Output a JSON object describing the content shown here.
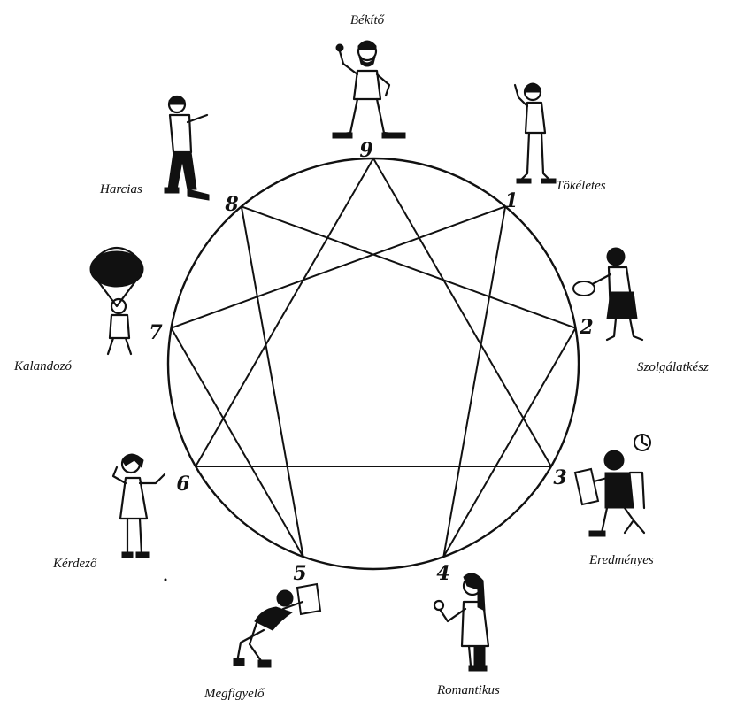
{
  "diagram": {
    "points": [
      {
        "number": "9",
        "label": "Békítő"
      },
      {
        "number": "1",
        "label": "Tökéletes"
      },
      {
        "number": "2",
        "label": "Szolgálatkész"
      },
      {
        "number": "3",
        "label": "Eredményes"
      },
      {
        "number": "4",
        "label": "Romantikus"
      },
      {
        "number": "5",
        "label": "Megfigyelő"
      },
      {
        "number": "6",
        "label": "Kérdező"
      },
      {
        "number": "7",
        "label": "Kalandozó"
      },
      {
        "number": "8",
        "label": "Harcias"
      }
    ],
    "triangle": [
      "9",
      "3",
      "6"
    ],
    "hexad": [
      "1",
      "4",
      "2",
      "8",
      "5",
      "7"
    ]
  }
}
